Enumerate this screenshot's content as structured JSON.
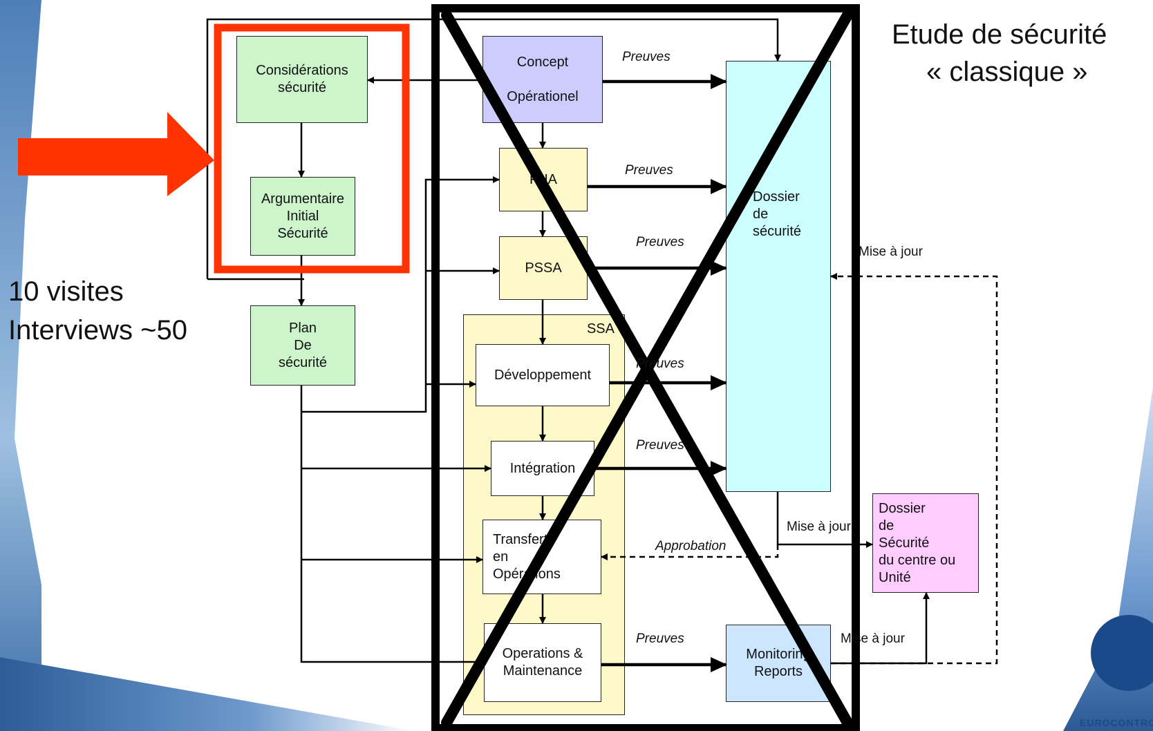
{
  "title": {
    "line1": "Etude de sécurité",
    "line2": "« classique »"
  },
  "stats": {
    "line1": "10 visites",
    "line2": "Interviews ~50"
  },
  "boxes": {
    "considerations": "Considérations\nsécurité",
    "argumentaire": "Argumentaire\nInitial\nSécurité",
    "plan": "Plan\nDe\nsécurité",
    "concept": "Concept\n\nOpérationel",
    "fha": "FHA",
    "pssa": "PSSA",
    "ssa": "SSA",
    "developpement": "Développement",
    "integration": "Intégration",
    "transfert": "Transfert\nen\nOpérations",
    "operations": "Operations &\nMaintenance",
    "dossier": "Dossier\nde\nsécurité",
    "dossier_centre": "Dossier\nde\nSécurité\ndu centre ou\nUnité",
    "monitoring": "Monitoring\nReports"
  },
  "labels": {
    "preuves": "Preuves",
    "mise_a_jour": "Mise à jour",
    "approbation": "Approbation"
  },
  "logo_text": "EUROCONTROL",
  "colors": {
    "highlight_red": "#ff3300",
    "cross_black": "#000000",
    "green": "#ccf5cc",
    "violet": "#ccccff",
    "yellow": "#fdf9c8",
    "cyan": "#ccffff",
    "pink": "#ffccff",
    "light_blue": "#cce6ff"
  }
}
